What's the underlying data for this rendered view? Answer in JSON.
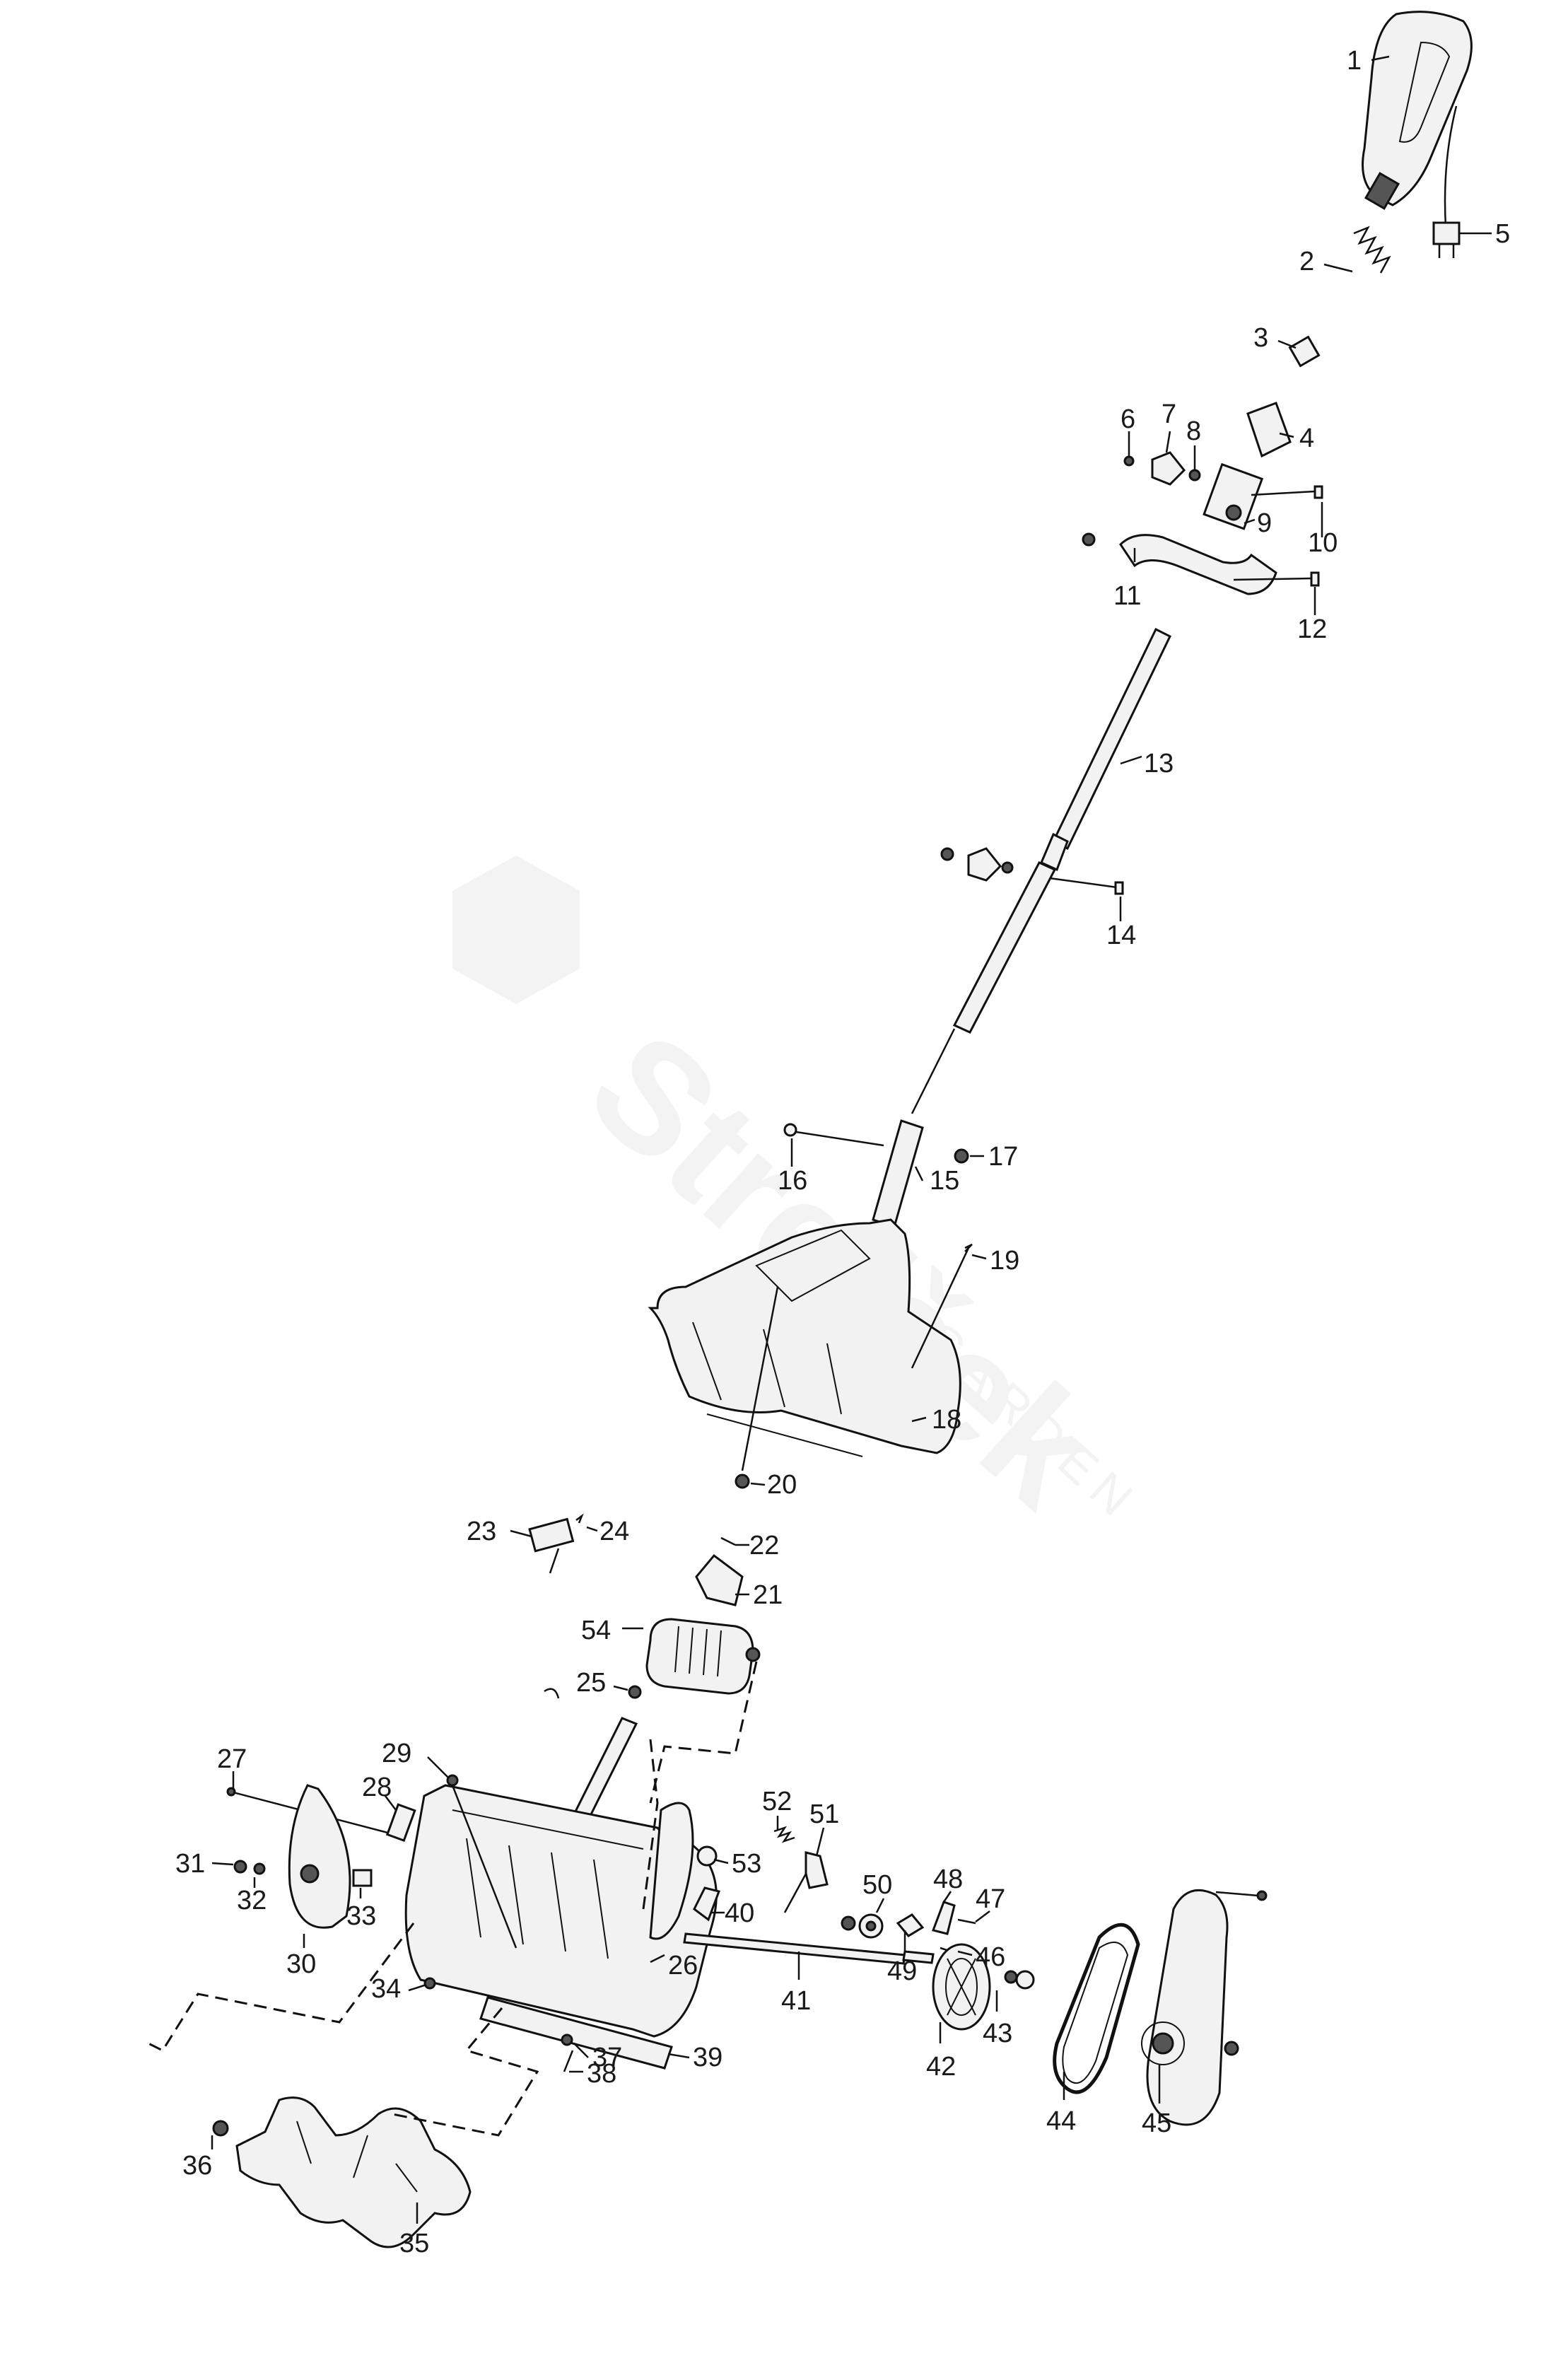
{
  "watermark": {
    "brand": "Strefček",
    "sub": "GARDEN"
  },
  "labels": [
    "1",
    "2",
    "3",
    "4",
    "5",
    "6",
    "7",
    "8",
    "9",
    "10",
    "11",
    "12",
    "13",
    "14",
    "15",
    "16",
    "17",
    "18",
    "19",
    "20",
    "21",
    "22",
    "23",
    "24",
    "25",
    "26",
    "27",
    "28",
    "29",
    "30",
    "31",
    "32",
    "33",
    "34",
    "35",
    "36",
    "37",
    "38",
    "39",
    "40",
    "41",
    "42",
    "43",
    "44",
    "45",
    "46",
    "47",
    "48",
    "49",
    "50",
    "51",
    "52",
    "53",
    "54"
  ]
}
